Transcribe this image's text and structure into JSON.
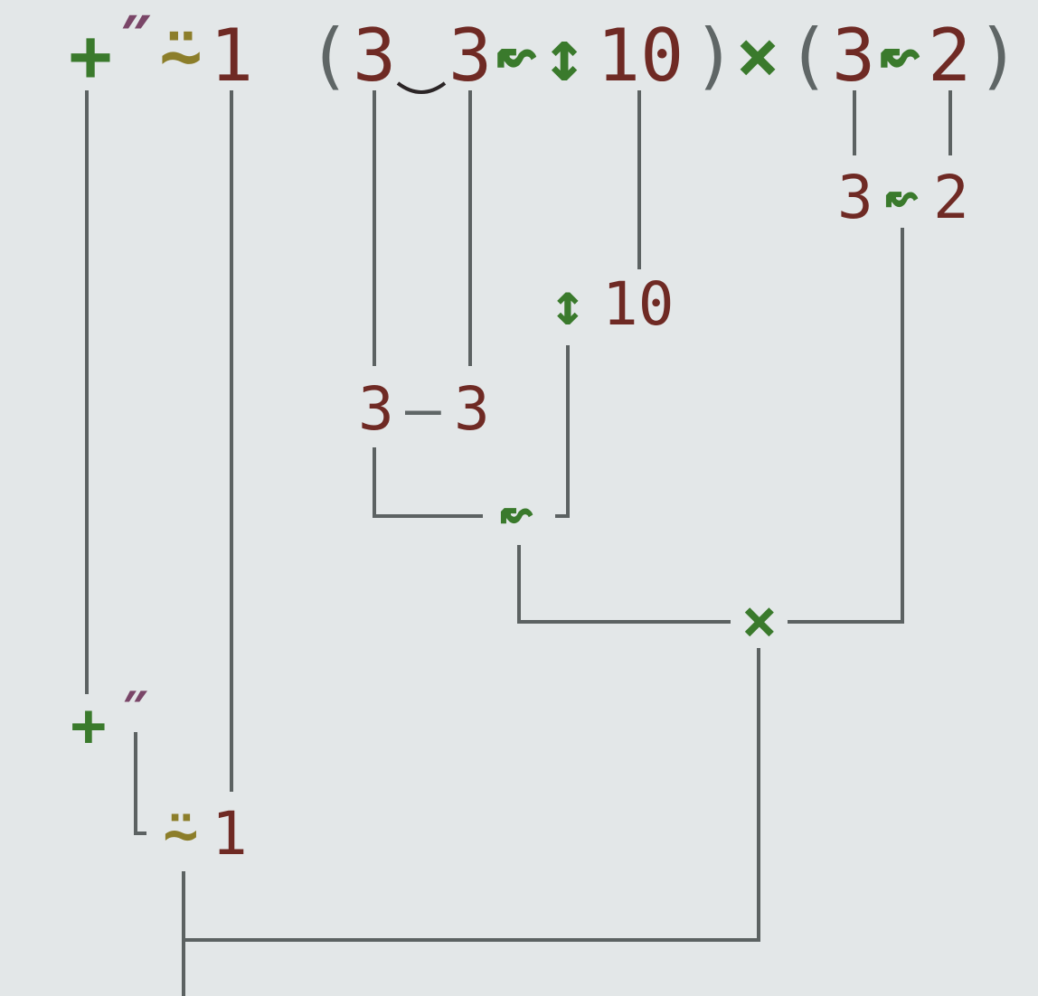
{
  "header": {
    "plus": "+",
    "fold": "˝",
    "self": "⍨",
    "one": "1",
    "lparen1": "(",
    "a": "3",
    "b": "3",
    "swap1": "↜",
    "range": "↕",
    "ten": "10",
    "rparen1": ")",
    "times": "×",
    "lparen2": "(",
    "c": "3",
    "swap2": "↜",
    "d": "2",
    "rparen2": ")"
  },
  "nodes": {
    "n_3swap2": {
      "l": "3",
      "op": "↜",
      "r": "2"
    },
    "n_range10": {
      "op": "↕",
      "r": "10"
    },
    "n_3minus3": {
      "l": "3",
      "op": "–",
      "r": "3"
    },
    "n_swap": {
      "op": "↜"
    },
    "n_times": {
      "op": "×"
    },
    "n_plusfold": {
      "op": "+",
      "mod": "˝"
    },
    "n_self1": {
      "op": "⍨",
      "r": "1"
    }
  },
  "colors": {
    "number": "#6f2a24",
    "function": "#3a7a2c",
    "modifier": "#7a4668",
    "paren": "#5f6666",
    "self": "#8c7e2a",
    "line": "#5c6262",
    "background": "#e3e7e8"
  }
}
